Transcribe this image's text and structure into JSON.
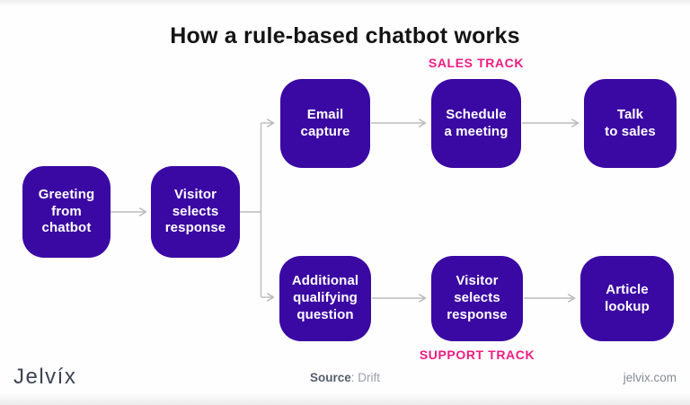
{
  "title": "How a rule-based chatbot works",
  "tracks": {
    "sales": "SALES TRACK",
    "support": "SUPPORT TRACK"
  },
  "nodes": [
    {
      "id": "greeting",
      "label": "Greeting\nfrom\nchatbot"
    },
    {
      "id": "visitor-selects-1",
      "label": "Visitor\nselects\nresponse"
    },
    {
      "id": "email-capture",
      "label": "Email\ncapture"
    },
    {
      "id": "schedule-meeting",
      "label": "Schedule\na meeting"
    },
    {
      "id": "talk-to-sales",
      "label": "Talk\nto sales"
    },
    {
      "id": "additional-question",
      "label": "Additional\nqualifying\nquestion"
    },
    {
      "id": "visitor-selects-2",
      "label": "Visitor selects\nresponse"
    },
    {
      "id": "article-lookup",
      "label": "Article\nlookup"
    }
  ],
  "footer": {
    "logo": "Jelvíx",
    "source_label": "Source",
    "source_rest": ": Drift",
    "website": "jelvix.com"
  },
  "colors": {
    "node-bg": "#3a08a3",
    "node-text": "#ffffff",
    "track-label": "#ee1d82",
    "arrow": "#bcbcbc",
    "title-text": "#141414"
  }
}
